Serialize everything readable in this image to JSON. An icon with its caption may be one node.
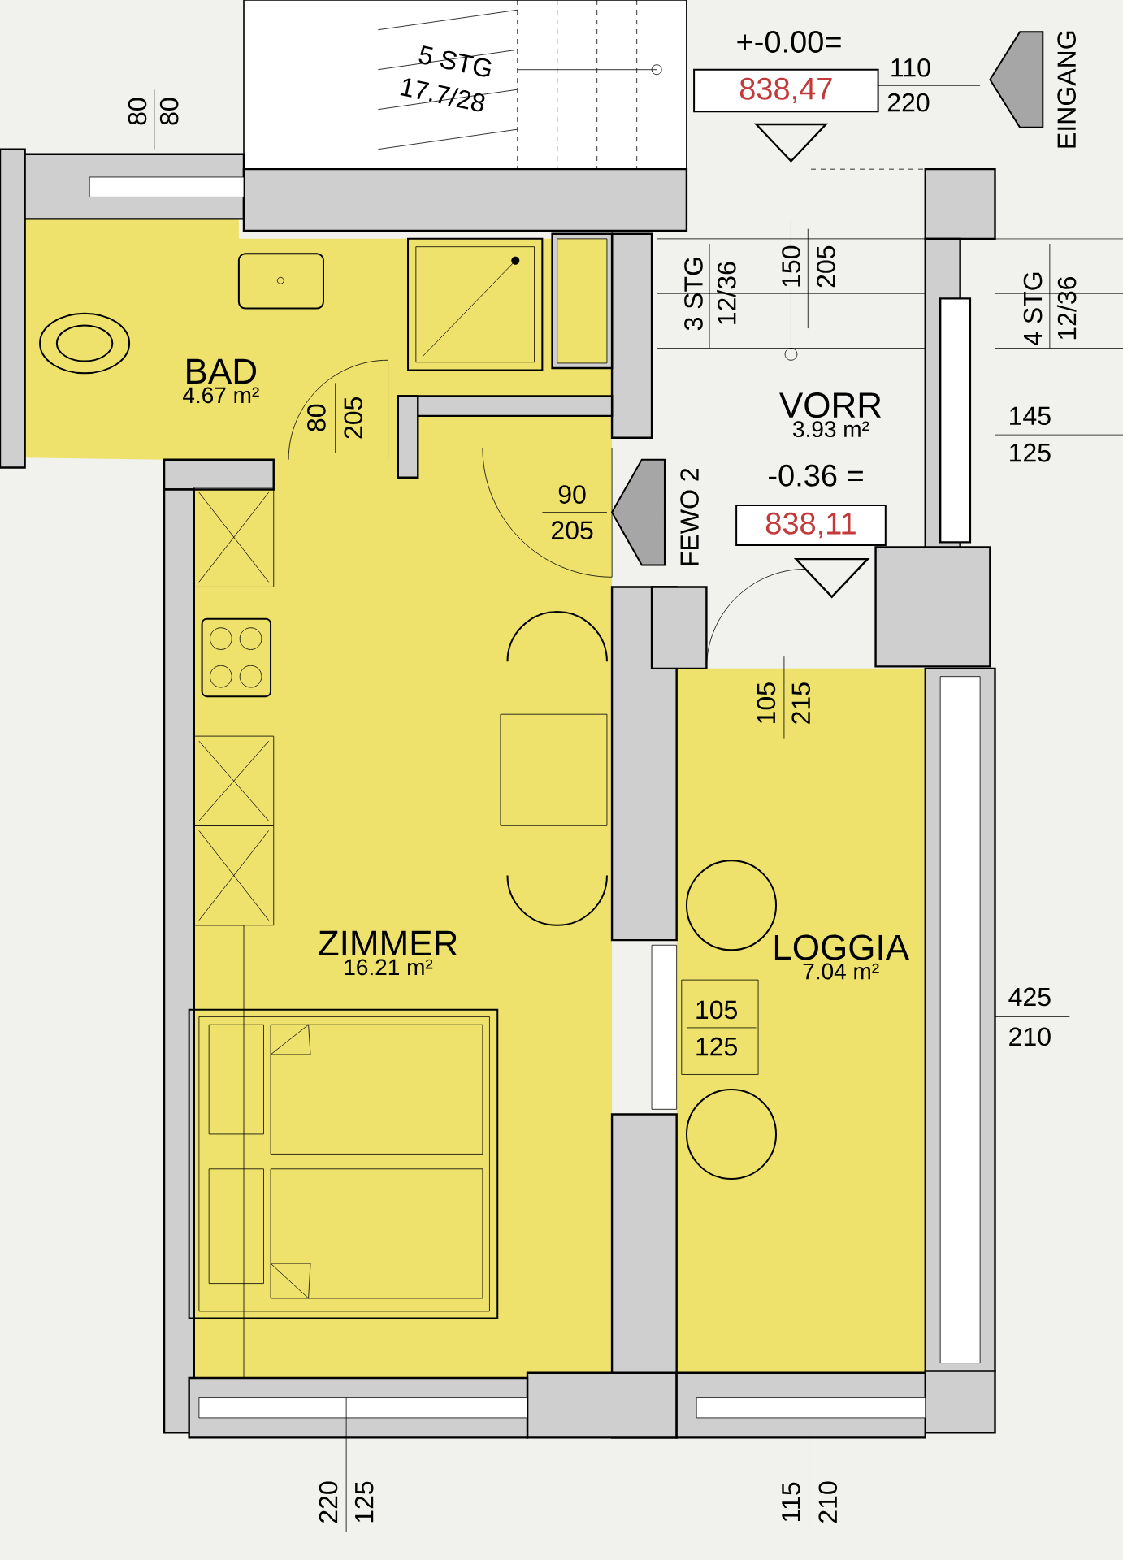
{
  "diagram": {
    "nodes": [
      {
        "text": [
          "BAD",
          "4.67 m²"
        ]
      },
      {
        "text": [
          "VORR",
          "3.93 m²"
        ]
      },
      {
        "text": [
          "ZIMMER",
          "16.21 m²"
        ]
      },
      {
        "text": [
          "LOGGIA",
          "7.04 m²"
        ]
      },
      {
        "text": [
          "838,47"
        ],
        "beside": [
          "+-0.00="
        ]
      },
      {
        "text": [
          "838,11"
        ],
        "beside": [
          "-0.36 ="
        ]
      }
    ],
    "labels": [
      "80",
      "80",
      "5 STG",
      "17.7/28",
      "110",
      "220",
      "EINGANG",
      "3 STG",
      "12/36",
      "150",
      "205",
      "4 STG",
      "12/36",
      "80",
      "205",
      "145",
      "125",
      "90",
      "205",
      "FEWO 2",
      "105",
      "215",
      "105",
      "125",
      "425",
      "210",
      "220",
      "125",
      "115",
      "210"
    ]
  }
}
